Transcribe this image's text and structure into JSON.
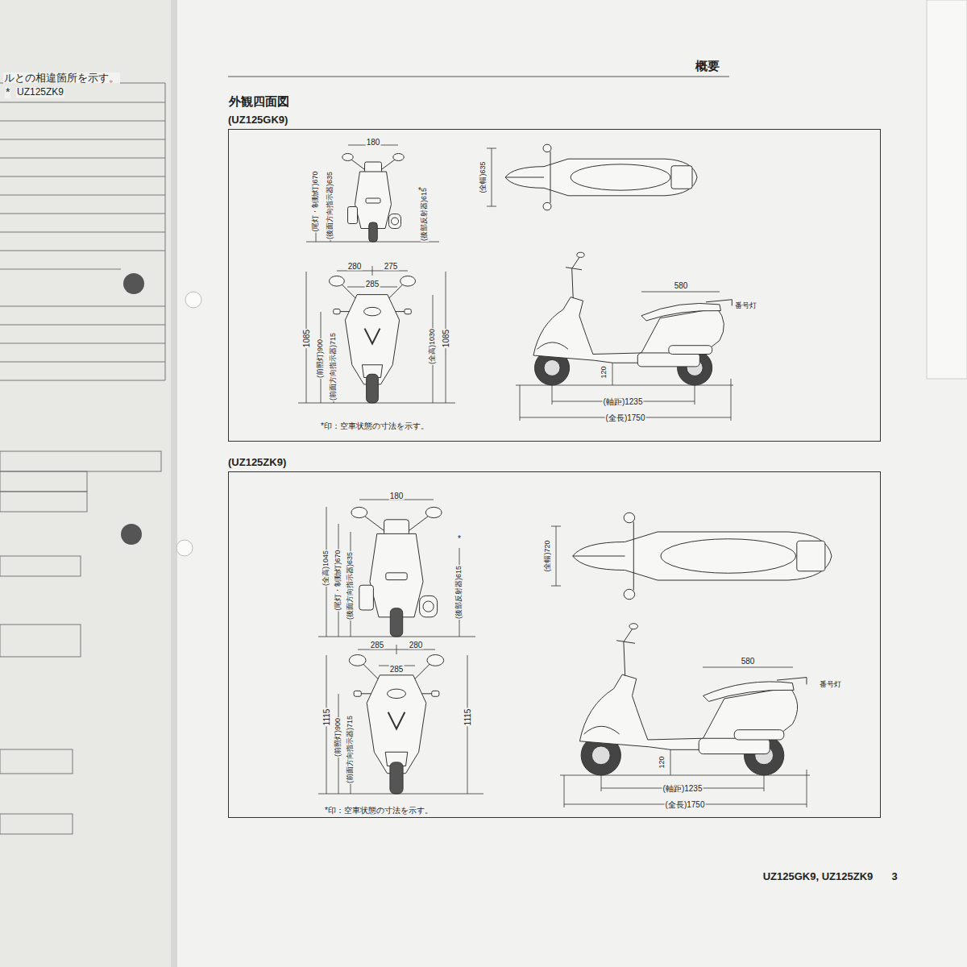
{
  "diagram": {
    "title": "外観四面図",
    "nodes": [
      {
        "text": [
          "(UZ125GK9)"
        ]
      },
      {
        "text": [
          "(UZ125ZK9)"
        ]
      }
    ],
    "labels": [
      "ルとの相違箇所を示す。",
      "*",
      "UZ125ZK9",
      "概要",
      "180",
      "(尾灯・制動灯)670",
      "(後面方向指示器)635",
      "*",
      "(後部反射器)615",
      "(全幅)635",
      "280",
      "275",
      "285",
      "1085",
      "(前照灯)900",
      "(前面方向指示器)715",
      "(全高)1030",
      "1085",
      "*印：空車状態の寸法を示す。",
      "580",
      "番号灯",
      "120",
      "(軸距)1235",
      "(全長)1750",
      "180",
      "(全高)1045",
      "(尾灯・制動灯)670",
      "(後面方向指示器)635",
      "*",
      "(後部反射器)615",
      "(全幅)720",
      "285",
      "280",
      "285",
      "1115",
      "(前照灯)900",
      "(前面方向指示器)715",
      "1115",
      "*印：空車状態の寸法を示す。",
      "580",
      "番号灯",
      "120",
      "(軸距)1235",
      "(全長)1750",
      "UZ125GK9, UZ125ZK9",
      "3"
    ]
  }
}
